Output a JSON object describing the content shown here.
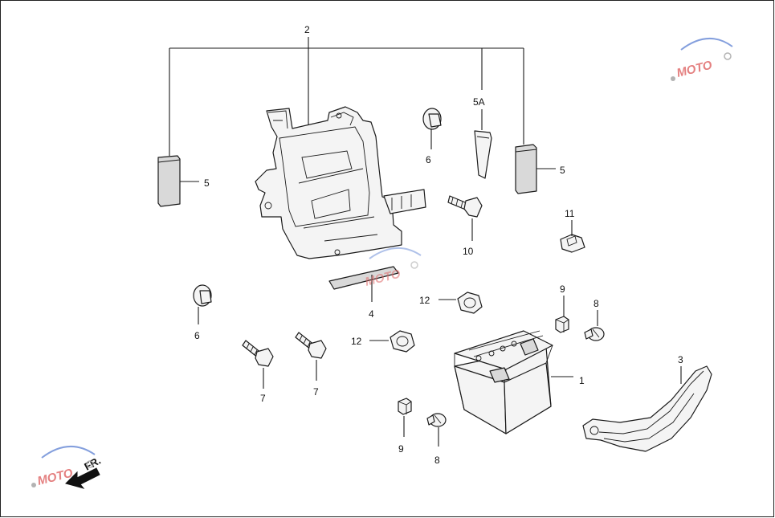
{
  "diagram": {
    "callouts": {
      "c1": "1",
      "c2": "2",
      "c3": "3",
      "c4": "4",
      "c5_left": "5",
      "c5_right": "5",
      "c5a": "5A",
      "c6_top": "6",
      "c6_left": "6",
      "c7_left": "7",
      "c7_right": "7",
      "c8_top": "8",
      "c8_bottom": "8",
      "c9_top": "9",
      "c9_bottom": "9",
      "c10": "10",
      "c11": "11",
      "c12_top": "12",
      "c12_left": "12"
    },
    "direction_label": "FR.",
    "watermark": {
      "brand": "MOTO",
      "colors": {
        "blue": "#6f8fd8",
        "red": "#e06a6a",
        "gray": "#a6a6a6"
      }
    }
  }
}
